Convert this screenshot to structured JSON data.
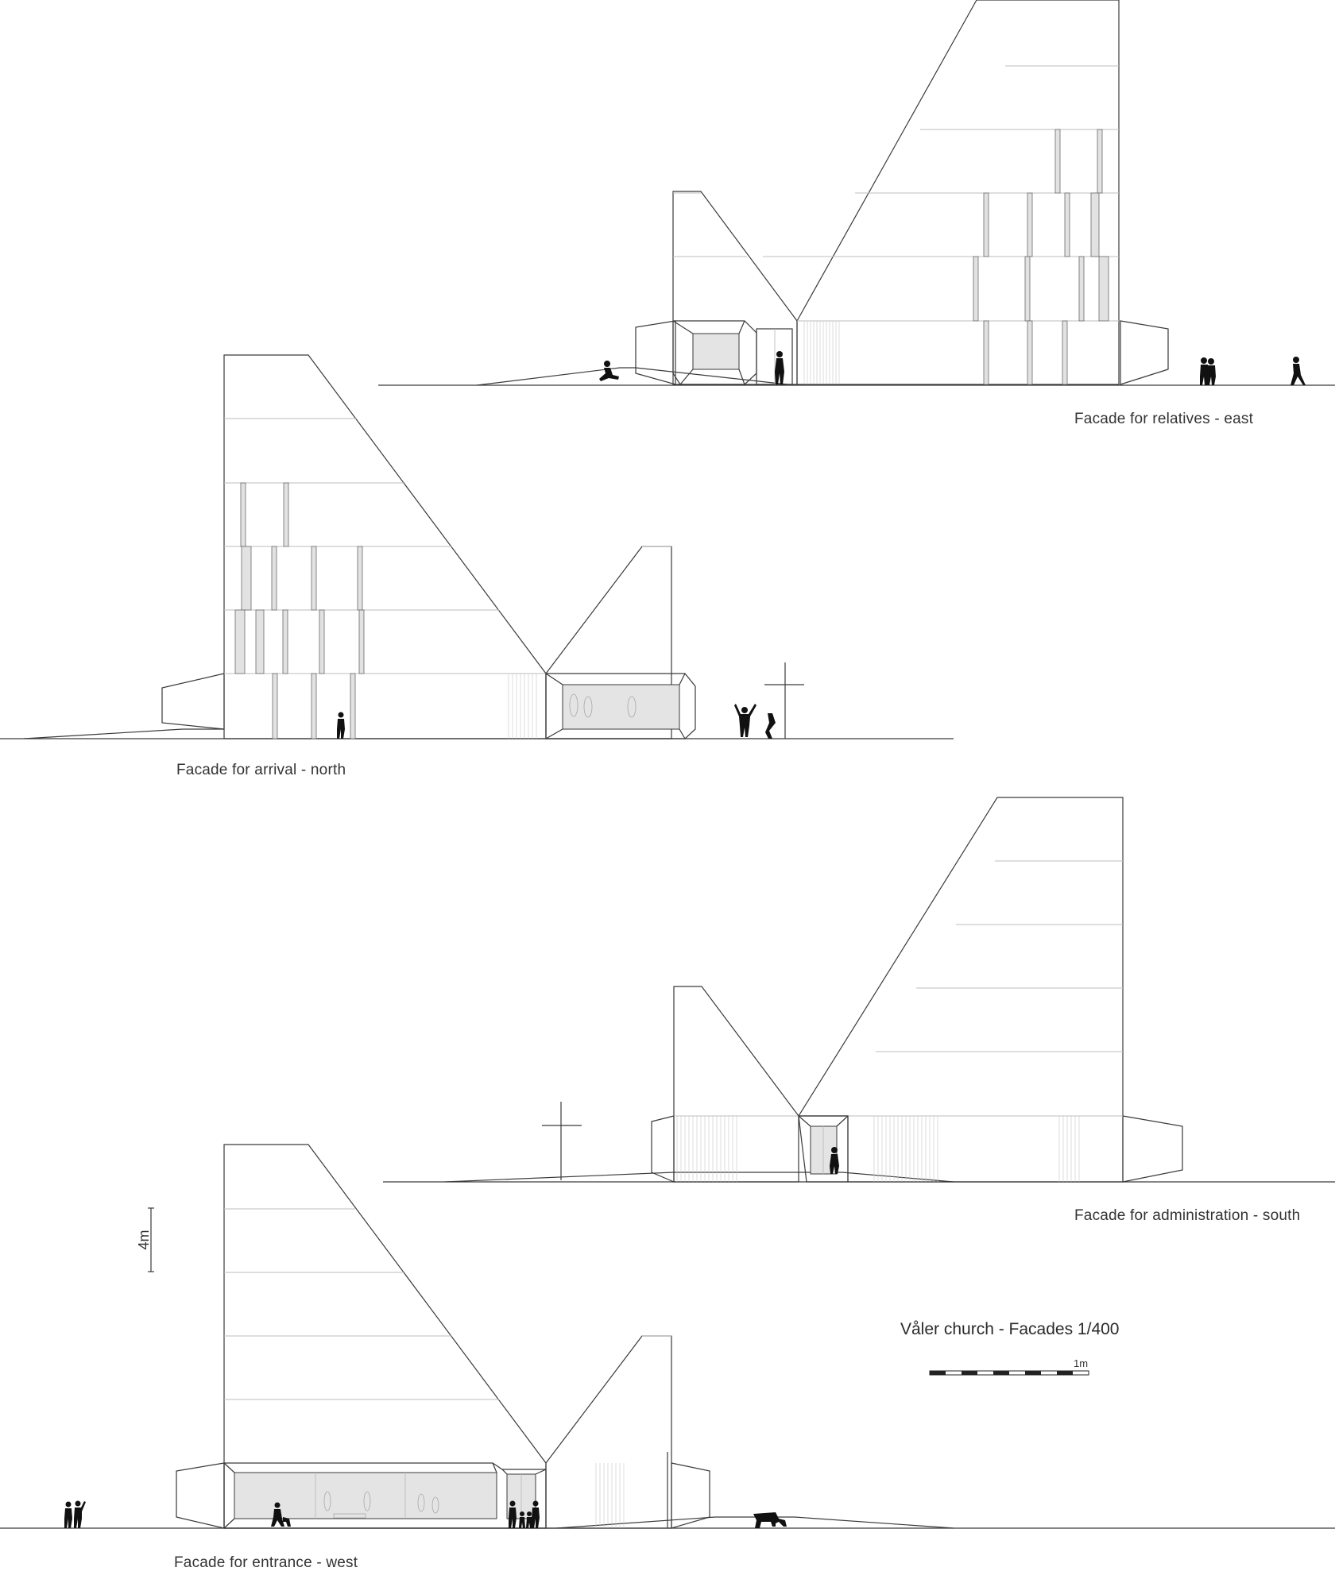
{
  "captions": {
    "east": "Facade for relatives - east",
    "north": "Facade for arrival - north",
    "south": "Facade for administration - south",
    "west": "Facade for entrance - west"
  },
  "drawing_title": "Våler church - Facades 1/400",
  "scale_bar_label": "1m",
  "height_marker_label": "4m"
}
